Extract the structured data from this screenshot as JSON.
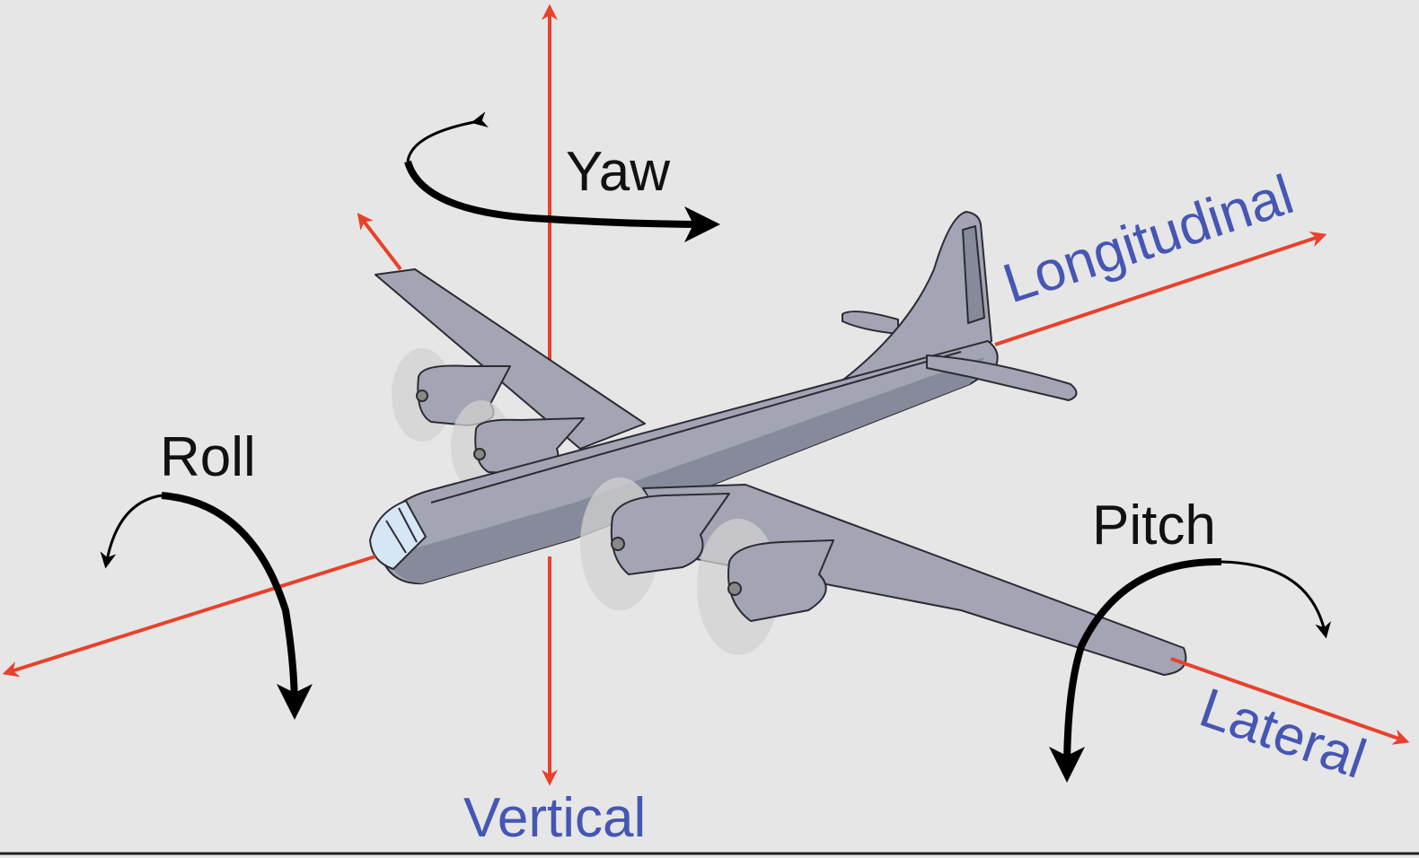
{
  "colors": {
    "background": "#e6e6e6",
    "axis": "#e8412c",
    "axis_label": "#4656b4",
    "motion_label": "#111111",
    "rotation_arrow": "#000000",
    "aircraft_body": "#a3a5b4",
    "aircraft_shade": "#878a9a",
    "aircraft_outline": "#2b2b33",
    "propeller_disc": "#d2d2d2"
  },
  "axes": {
    "vertical": {
      "label": "Vertical"
    },
    "longitudinal": {
      "label": "Longitudinal"
    },
    "lateral": {
      "label": "Lateral"
    }
  },
  "rotations": {
    "yaw": {
      "label": "Yaw"
    },
    "roll": {
      "label": "Roll"
    },
    "pitch": {
      "label": "Pitch"
    }
  },
  "aircraft": {
    "icon": "bomber-aircraft-icon",
    "engines": 4
  }
}
